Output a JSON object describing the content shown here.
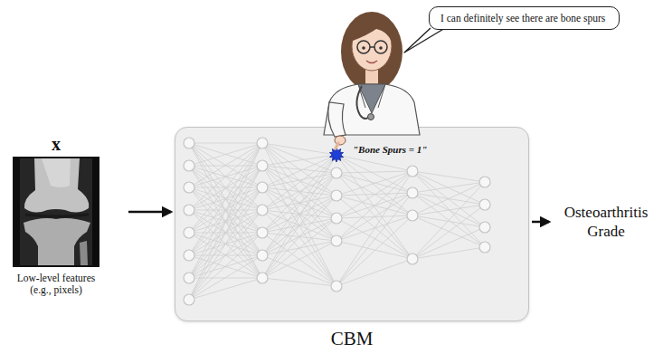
{
  "diagram": {
    "nodes": [
      {
        "text": [
          "x",
          "Low-level features (e.g., pixels)"
        ]
      },
      {
        "text": [
          "CBM"
        ]
      },
      {
        "text": [
          "I can definitely see there are bone spurs"
        ]
      },
      {
        "text": [
          "Osteoarthritis Grade"
        ]
      }
    ],
    "edges": [
      {
        "from": 0,
        "to": 1,
        "arrow": "to"
      },
      {
        "from": 1,
        "to": 3,
        "arrow": "to"
      }
    ],
    "labels": [
      "\"Bone Spurs = 1\""
    ]
  }
}
